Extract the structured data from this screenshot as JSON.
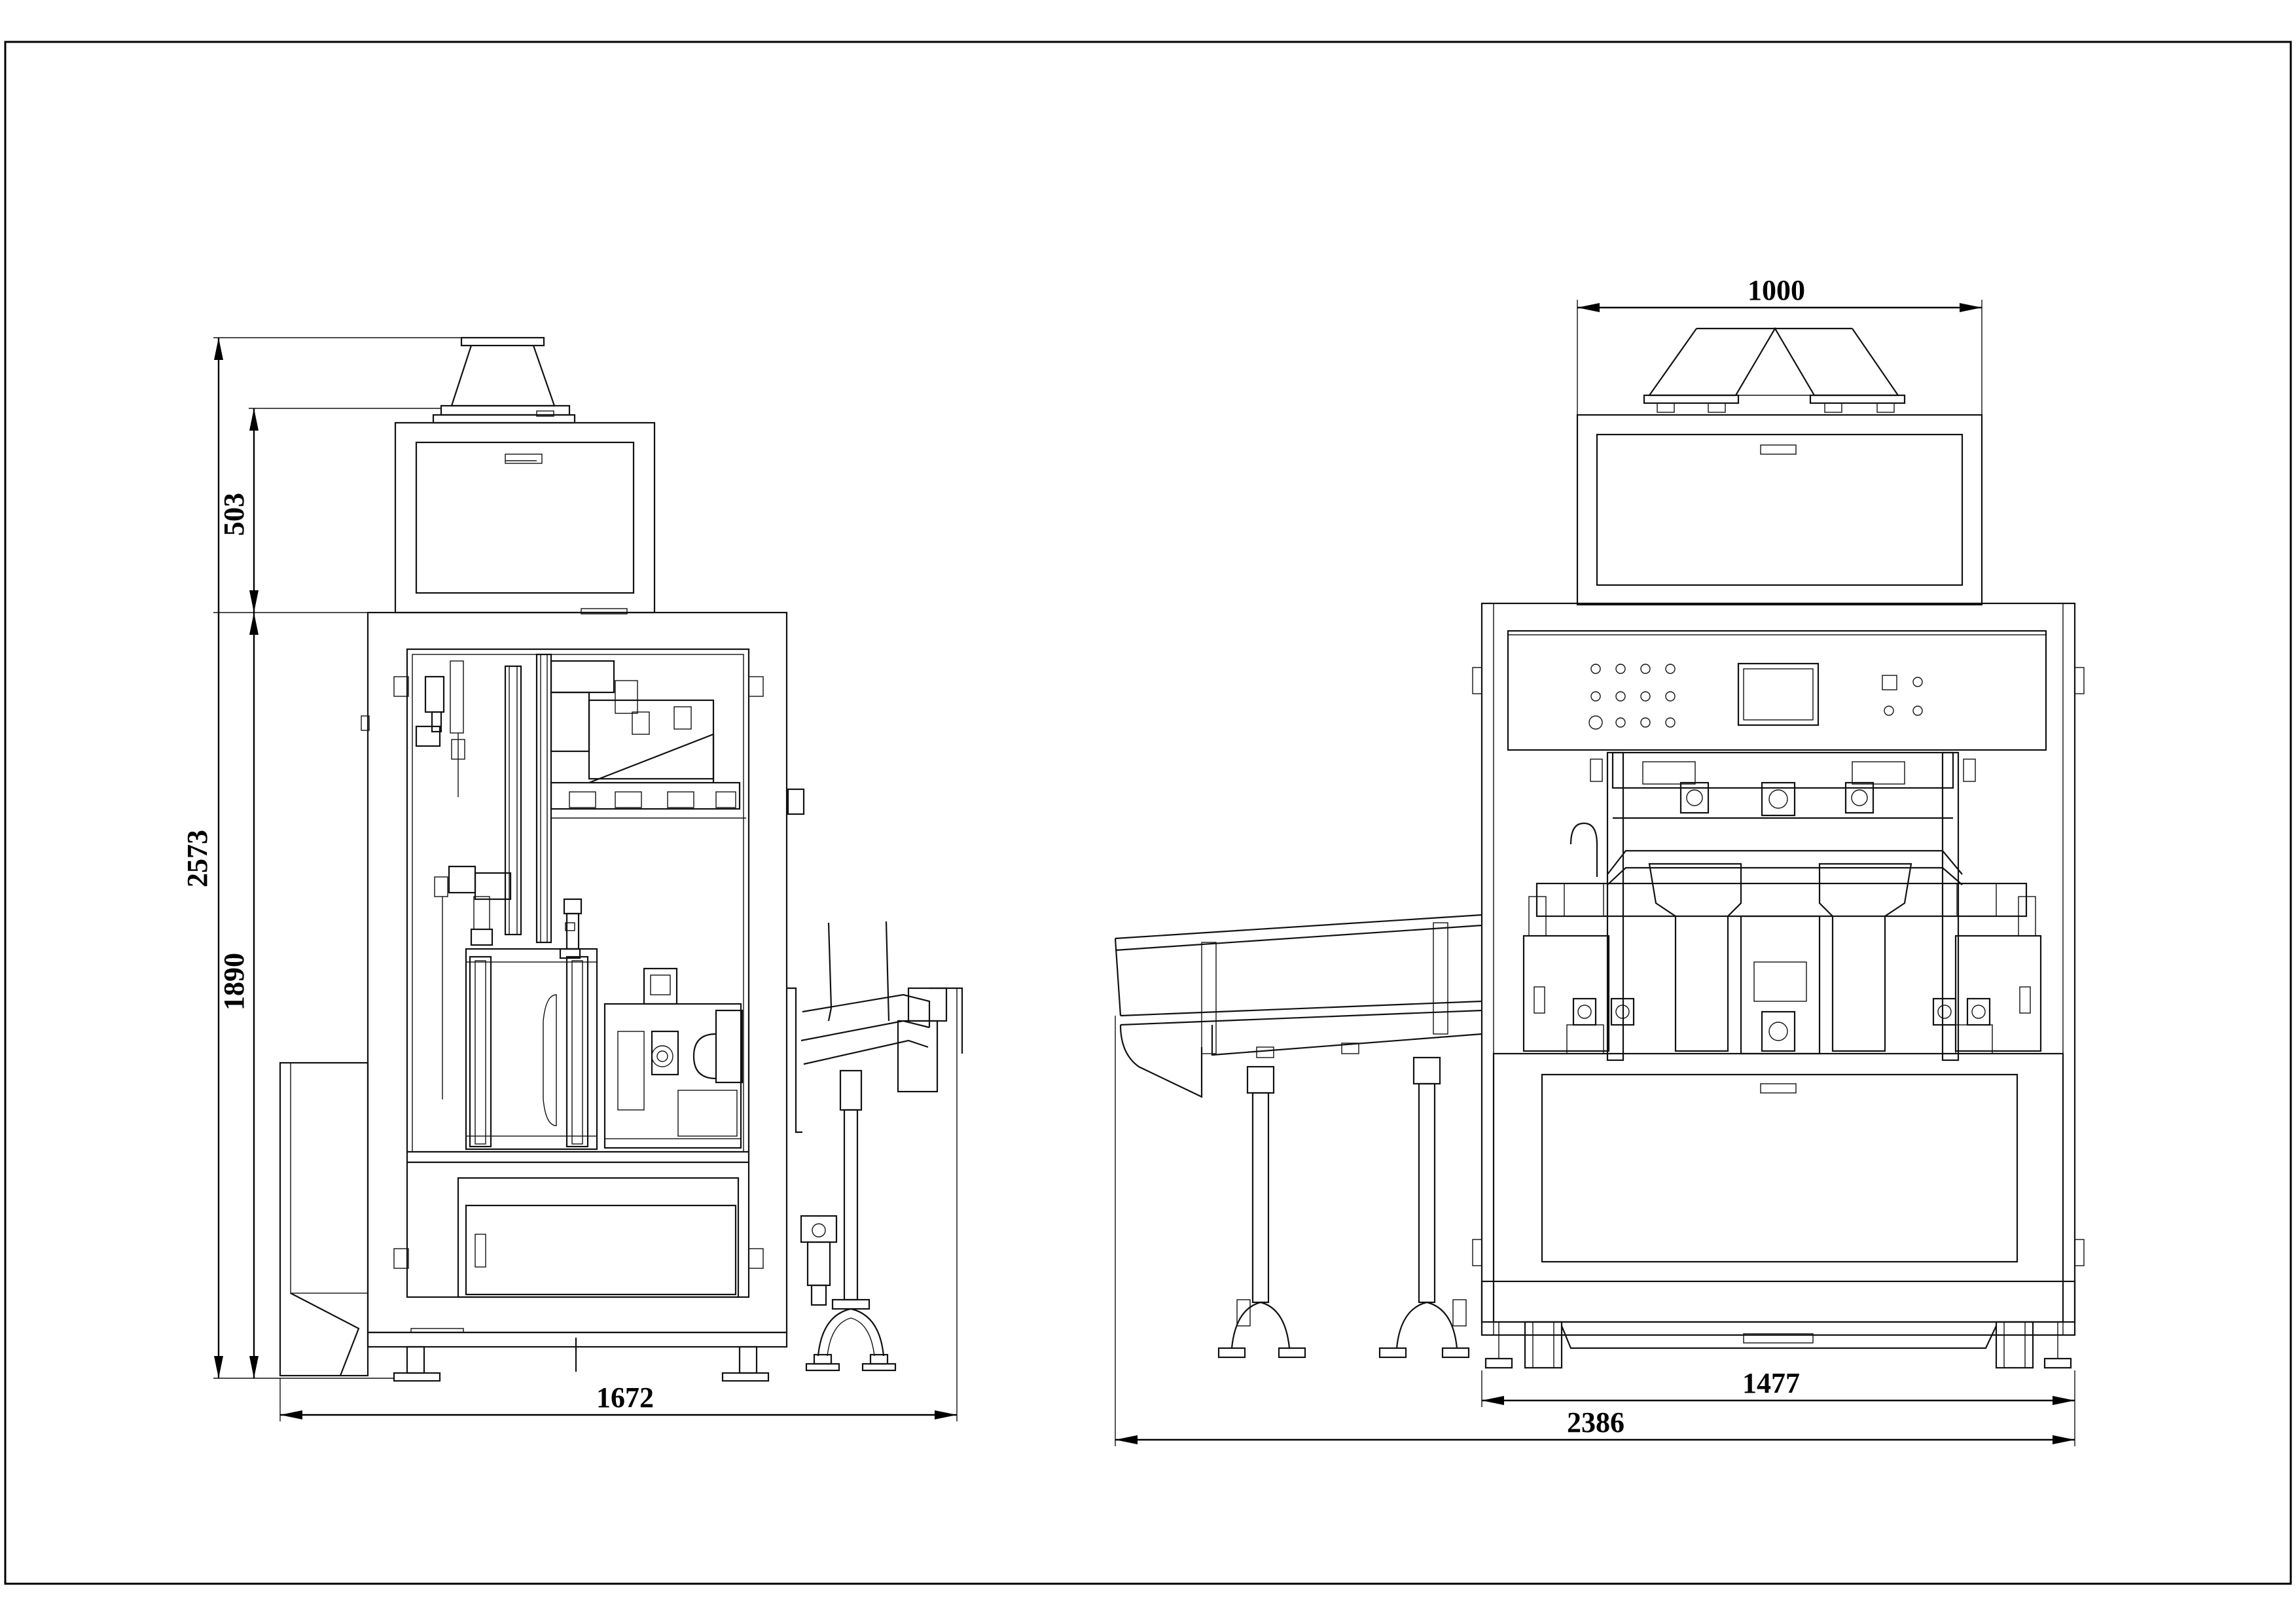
{
  "drawing": {
    "dimensions": {
      "side_total_height": "2573",
      "side_top_height": "503",
      "side_frame_height": "1890",
      "side_width": "1672",
      "front_hopper_width": "1000",
      "front_frame_width": "1477",
      "front_total_width": "2386"
    }
  }
}
